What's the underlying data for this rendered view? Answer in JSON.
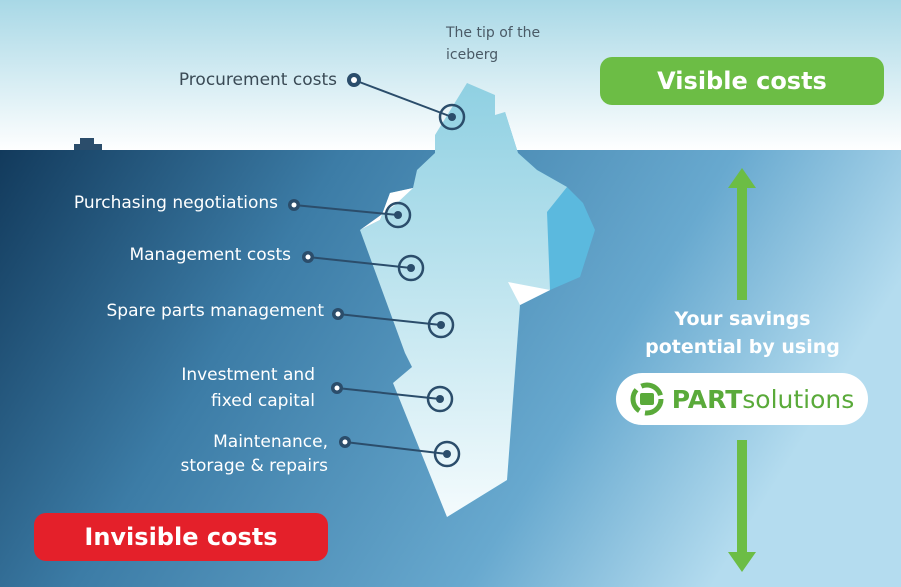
{
  "tip_label": [
    "The tip of the",
    "iceberg"
  ],
  "visible_costs": "Visible costs",
  "invisible_costs": "Invisible costs",
  "above_water": [
    {
      "label": "Procurement costs"
    }
  ],
  "below_water": [
    {
      "label": "Purchasing negotiations"
    },
    {
      "label": "Management costs"
    },
    {
      "label": "Spare parts management"
    },
    {
      "label": [
        "Investment and",
        "fixed capital"
      ]
    },
    {
      "label": [
        "Maintenance,",
        "storage & repairs"
      ]
    }
  ],
  "savings": [
    "Your savings",
    "potential by using"
  ],
  "logo": {
    "bold": "PART",
    "light": "solutions"
  },
  "colors": {
    "green": "#6cbd45",
    "red": "#e4202a",
    "navy": "#2b4d6b"
  }
}
